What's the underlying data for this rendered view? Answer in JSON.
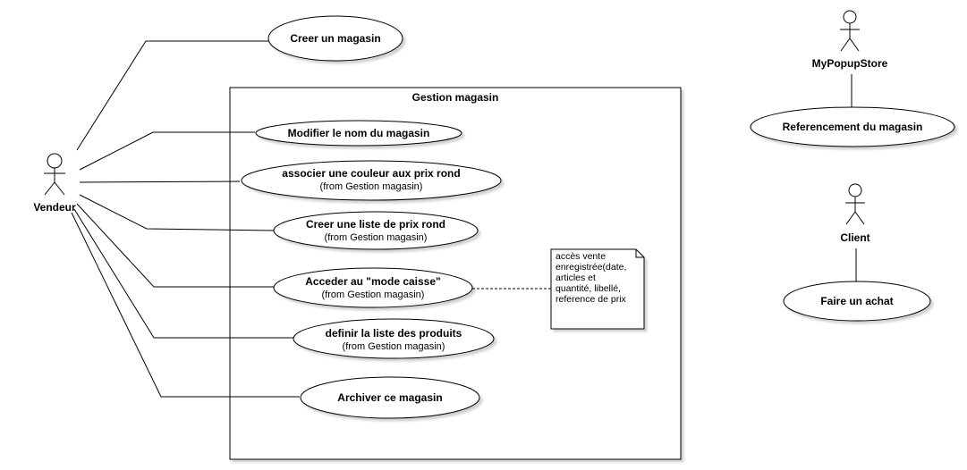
{
  "system": {
    "title": "Gestion magasin"
  },
  "actors": {
    "vendeur": "Vendeur",
    "popupstore": "MyPopupStore",
    "client": "Client"
  },
  "use_cases": {
    "creer_magasin": "Creer un magasin",
    "modifier_nom": "Modifier le nom du magasin",
    "associer_couleur": "associer une couleur aux prix rond",
    "creer_liste_prix": "Creer une liste de prix rond",
    "acceder_caisse": "Acceder au \"mode caisse\"",
    "definir_produits": "definir la liste des produits",
    "archiver": "Archiver ce magasin",
    "referencement": "Referencement du magasin",
    "faire_achat": "Faire un achat"
  },
  "from_label": "(from Gestion magasin)",
  "note": {
    "lines": [
      "accès vente",
      "enregistrée(date,",
      "articles et",
      "quantité, libellé,",
      "reference de prix"
    ]
  }
}
